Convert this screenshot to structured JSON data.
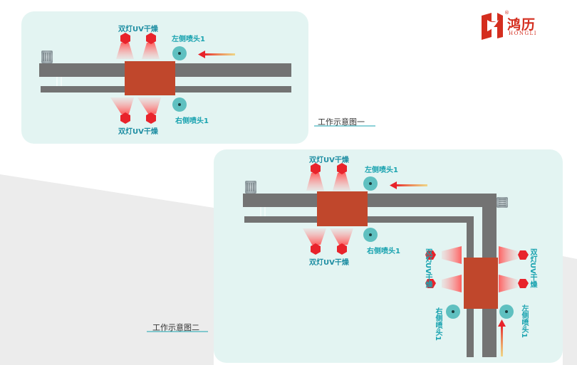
{
  "brand": {
    "name_cn": "鸿历",
    "name_en": "HONGLI",
    "registered_mark": "®",
    "color": "#d42e1f"
  },
  "diagram1": {
    "caption": "工作示意图一",
    "uv_top_label": "双灯UV干燥",
    "uv_bottom_label": "双灯UV干燥",
    "left_nozzle_label": "左侧喷头1",
    "right_nozzle_label": "右侧喷头1"
  },
  "diagram2": {
    "caption": "工作示意图二",
    "uv_top_label": "双灯UV干燥",
    "uv_bottom_label": "双灯UV干燥",
    "left_nozzle_label": "左侧喷头1",
    "right_nozzle_label": "右侧喷头1",
    "vertical_uv_left_label": "双灯UV干燥",
    "vertical_uv_right_label": "双灯UV干燥",
    "vertical_right_nozzle_label": "右侧喷头1",
    "vertical_left_nozzle_label": "左侧喷头1"
  },
  "colors": {
    "panel_bg": "#e3f4f2",
    "rail": "#737373",
    "carriage": "#c0472c",
    "uv_lamp": "#e8232b",
    "nozzle": "#5fc0c0",
    "arrow": "#f0a030",
    "label": "#1aa3b0"
  }
}
